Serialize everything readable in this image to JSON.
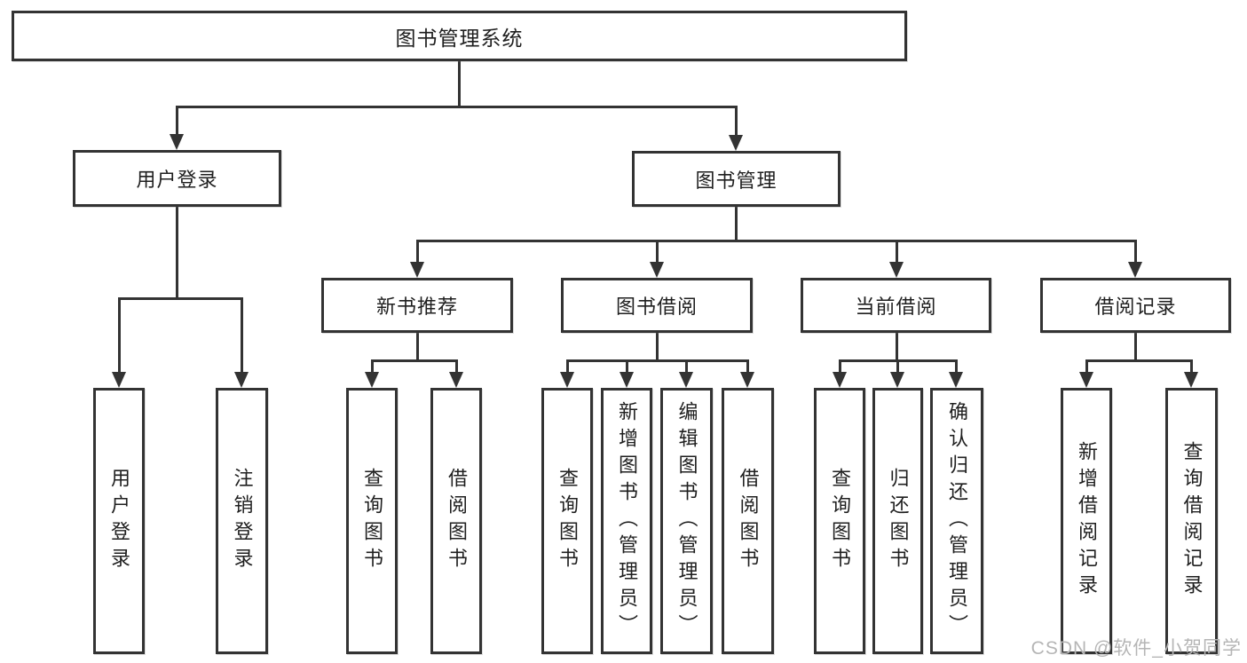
{
  "diagram": {
    "type": "tree",
    "tree": {
      "root": "图书管理系统",
      "branches": [
        {
          "label": "用户登录",
          "children": [
            "用户登录",
            "注销登录"
          ]
        },
        {
          "label": "图书管理",
          "children": [
            {
              "label": "新书推荐",
              "children": [
                "查询图书",
                "借阅图书"
              ]
            },
            {
              "label": "图书借阅",
              "children": [
                "查询图书",
                "新增图书（管理员）",
                "编辑图书（管理员）",
                "借阅图书"
              ]
            },
            {
              "label": "当前借阅",
              "children": [
                "查询图书",
                "归还图书",
                "确认归还（管理员）"
              ]
            },
            {
              "label": "借阅记录",
              "children": [
                "新增借阅记录",
                "查询借阅记录"
              ]
            }
          ]
        }
      ]
    },
    "colors": {
      "line": "#333333",
      "text": "#1f1f1f",
      "box_background": "#ffffff",
      "watermark": "#b5b5b5",
      "page_background": "#ffffff"
    }
  },
  "watermark": {
    "text": "CSDN @软件_小贺同学"
  }
}
